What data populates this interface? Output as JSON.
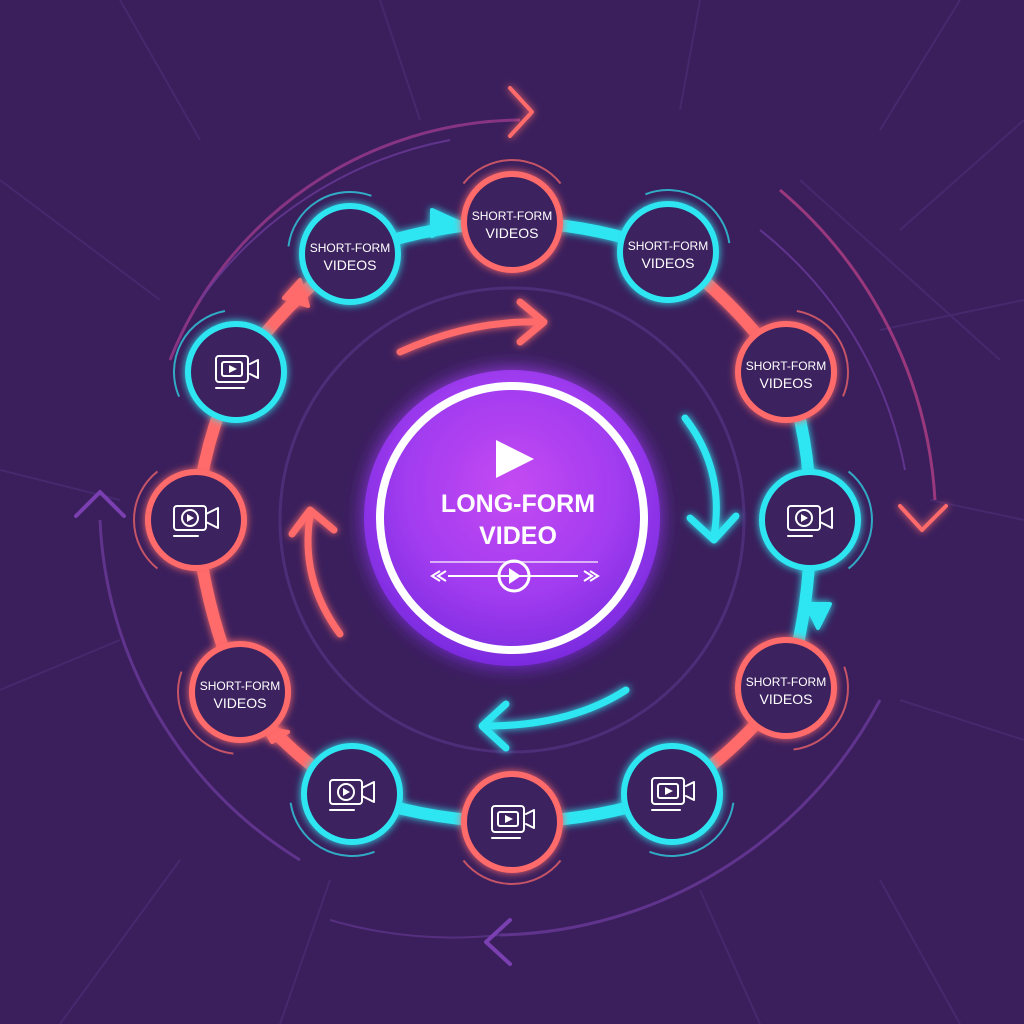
{
  "center": {
    "title_line1": "LONG-FORM",
    "title_line2": "VIDEO"
  },
  "nodes": [
    {
      "kind": "label",
      "line1": "SHORT-FORM",
      "line2": "VIDEOS",
      "ring": "coral"
    },
    {
      "kind": "label",
      "line1": "SHORT-FORM",
      "line2": "VIDEOS",
      "ring": "cyan"
    },
    {
      "kind": "label",
      "line1": "SHORT-FORM",
      "line2": "VIDEOS",
      "ring": "coral"
    },
    {
      "kind": "icon",
      "icon": "camera-video-icon",
      "ring": "cyan"
    },
    {
      "kind": "label",
      "line1": "SHORT-FORM",
      "line2": "VIDEOS",
      "ring": "coral"
    },
    {
      "kind": "icon",
      "icon": "video-frame-icon",
      "ring": "cyan"
    },
    {
      "kind": "icon",
      "icon": "video-frame-icon",
      "ring": "coral"
    },
    {
      "kind": "icon",
      "icon": "camera-video-icon",
      "ring": "cyan"
    },
    {
      "kind": "label",
      "line1": "SHORT-FORM",
      "line2": "VIDEOS",
      "ring": "coral"
    },
    {
      "kind": "icon",
      "icon": "camera-video-icon",
      "ring": "coral"
    },
    {
      "kind": "icon",
      "icon": "video-frame-icon",
      "ring": "cyan"
    },
    {
      "kind": "label",
      "line1": "SHORT-FORM",
      "line2": "VIDEOS",
      "ring": "cyan"
    }
  ],
  "colors": {
    "background": "#3a1f5c",
    "coral": "#ff6b6b",
    "cyan": "#2ee6f2",
    "purple": "#a23cf0",
    "node_fill": "#3d2160"
  }
}
